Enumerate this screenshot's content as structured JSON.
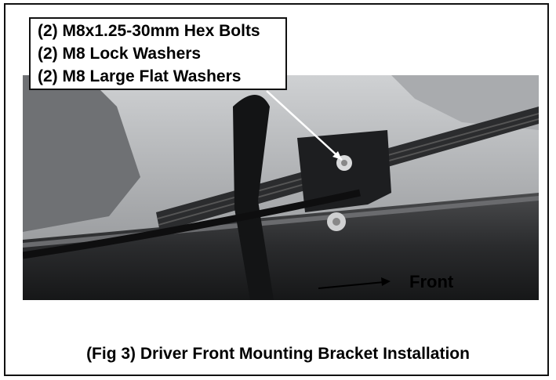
{
  "callout": {
    "lines": [
      "(2) M8x1.25-30mm Hex Bolts",
      "(2) M8 Lock Washers",
      "(2) M8 Large Flat Washers"
    ]
  },
  "labels": {
    "front": "Front"
  },
  "caption": "(Fig 3) Driver Front Mounting Bracket Installation",
  "icons": {
    "pointer": "leader-line-arrow",
    "direction": "right-arrow"
  }
}
